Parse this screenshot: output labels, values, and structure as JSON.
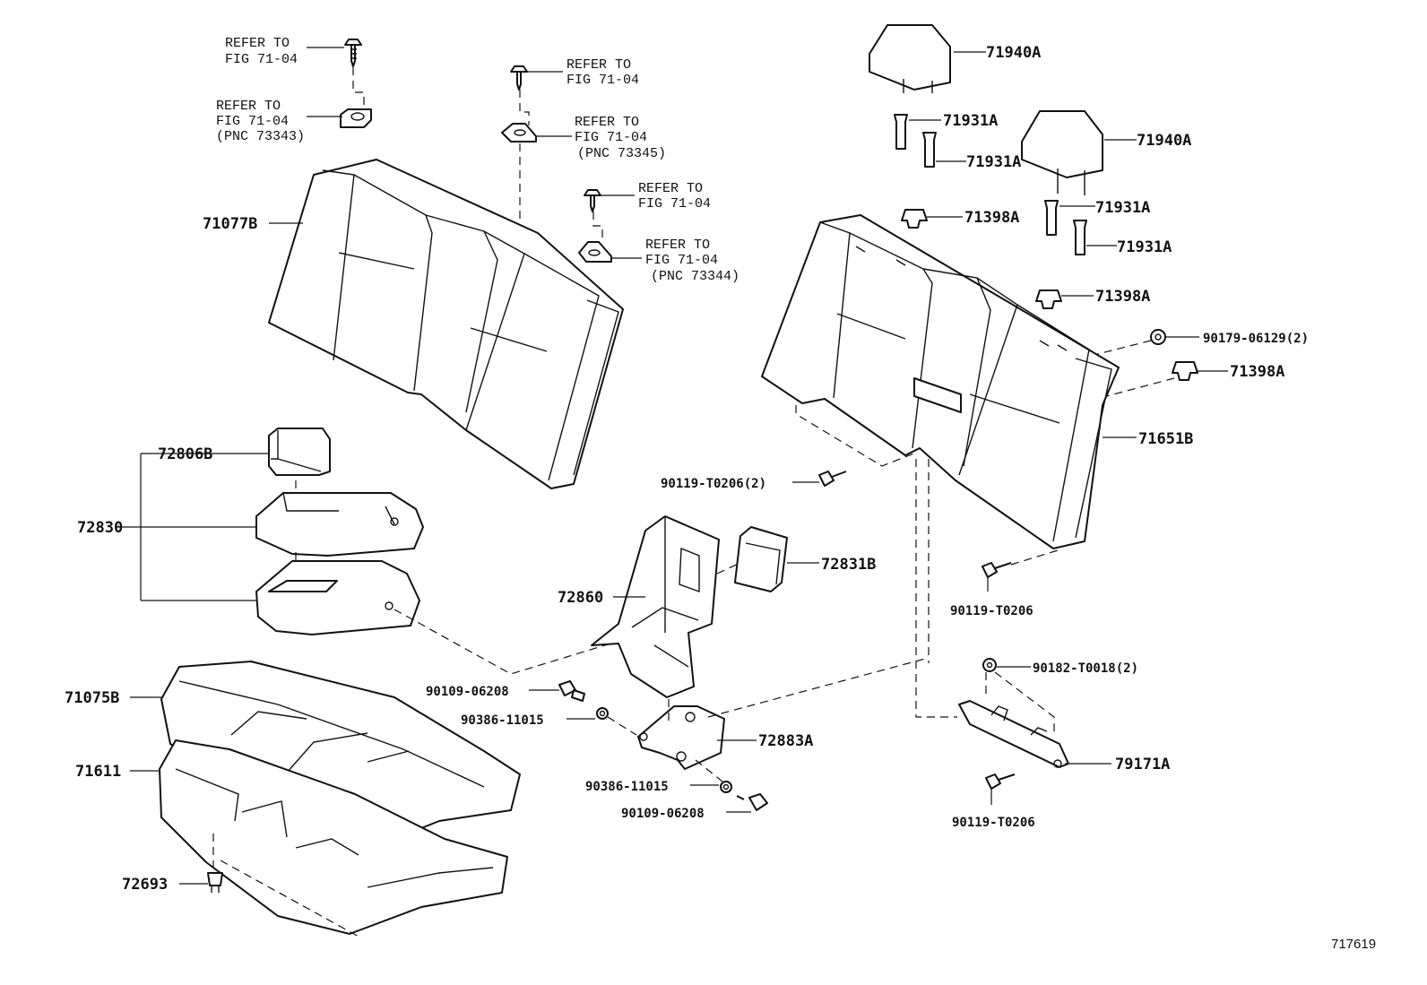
{
  "refer_callouts": [
    {
      "line1": "REFER TO",
      "line2": "FIG 71-04",
      "line3": ""
    },
    {
      "line1": "REFER TO",
      "line2": "FIG 71-04",
      "line3": "(PNC 73343)"
    },
    {
      "line1": "REFER TO",
      "line2": "FIG 71-04",
      "line3": ""
    },
    {
      "line1": "REFER TO",
      "line2": "FIG 71-04",
      "line3": "(PNC 73345)"
    },
    {
      "line1": "REFER TO",
      "line2": "FIG 71-04",
      "line3": ""
    },
    {
      "line1": "REFER TO",
      "line2": "FIG 71-04",
      "line3": "(PNC 73344)"
    }
  ],
  "part_labels": {
    "headrest_upper": "71940A",
    "headrest_lower": "71940A",
    "guide_1": "71931A",
    "guide_2": "71931A",
    "guide_3": "71931A",
    "guide_4": "71931A",
    "clip_1": "71398A",
    "clip_2": "71398A",
    "clip_3": "71398A",
    "nut_top": "90179-06129(2)",
    "back_frame": "71651B",
    "back_cover": "71077B",
    "bolt_center": "90119-T0206(2)",
    "bolt_right_upper": "90119-T0206",
    "bolt_right_lower": "90119-T0206",
    "nut_bracket": "90182-T0018(2)",
    "hinge": "79171A",
    "cup_holder": "72806B",
    "armrest_assy": "72830",
    "armrest_frame": "72860",
    "armrest_lid": "72831B",
    "armrest_bracket": "72883A",
    "bolt_bracket_upper": "90109-06208",
    "nut_bracket_upper": "90386-11015",
    "nut_bracket_lower": "90386-11015",
    "bolt_bracket_lower": "90109-06208",
    "cushion_cover": "71075B",
    "cushion_pad": "71611",
    "clip_cushion": "72693"
  },
  "figure_id": "717619"
}
